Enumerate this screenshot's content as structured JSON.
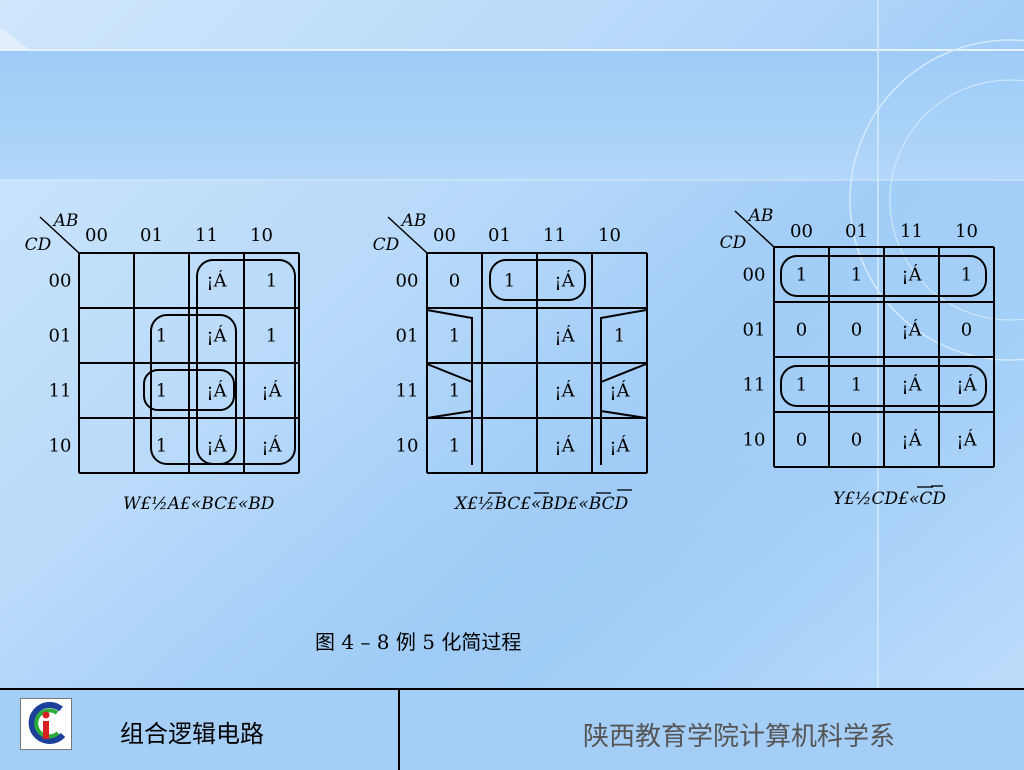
{
  "maps": [
    {
      "id": "W",
      "row_var": "CD",
      "col_var": "AB",
      "col_labels": [
        "00",
        "01",
        "11",
        "10"
      ],
      "row_labels": [
        "00",
        "01",
        "11",
        "10"
      ],
      "cells": [
        [
          "",
          "",
          "¡Á",
          "1"
        ],
        [
          "",
          "1",
          "¡Á",
          "1"
        ],
        [
          "",
          "1",
          "¡Á",
          "¡Á"
        ],
        [
          "",
          "1",
          "¡Á",
          "¡Á"
        ]
      ],
      "expression": "W£½A£«BC£«BD"
    },
    {
      "id": "X",
      "row_var": "CD",
      "col_var": "AB",
      "col_labels": [
        "00",
        "01",
        "11",
        "10"
      ],
      "row_labels": [
        "00",
        "01",
        "11",
        "10"
      ],
      "cells": [
        [
          "0",
          "1",
          "¡Á",
          ""
        ],
        [
          "1",
          "",
          "¡Á",
          "1"
        ],
        [
          "1",
          "",
          "¡Á",
          "¡Á"
        ],
        [
          "1",
          "",
          "¡Á",
          "¡Á"
        ]
      ],
      "expression": "X£½BC£«BD£«BCD"
    },
    {
      "id": "Y",
      "row_var": "CD",
      "col_var": "AB",
      "col_labels": [
        "00",
        "01",
        "11",
        "10"
      ],
      "row_labels": [
        "00",
        "01",
        "11",
        "10"
      ],
      "cells": [
        [
          "1",
          "1",
          "¡Á",
          "1"
        ],
        [
          "0",
          "0",
          "¡Á",
          "0"
        ],
        [
          "1",
          "1",
          "¡Á",
          "¡Á"
        ],
        [
          "0",
          "0",
          "¡Á",
          "¡Á"
        ]
      ],
      "expression": "Y£½CD£«CD"
    }
  ],
  "caption": "图 4 – 8  例 5 化简过程",
  "footer": {
    "left_title": "组合逻辑电路",
    "right_title": "陕西教育学院计算机科学系"
  },
  "colors": {
    "background": "#b9dafa",
    "band": "#a9d2f8",
    "line": "#000000"
  }
}
